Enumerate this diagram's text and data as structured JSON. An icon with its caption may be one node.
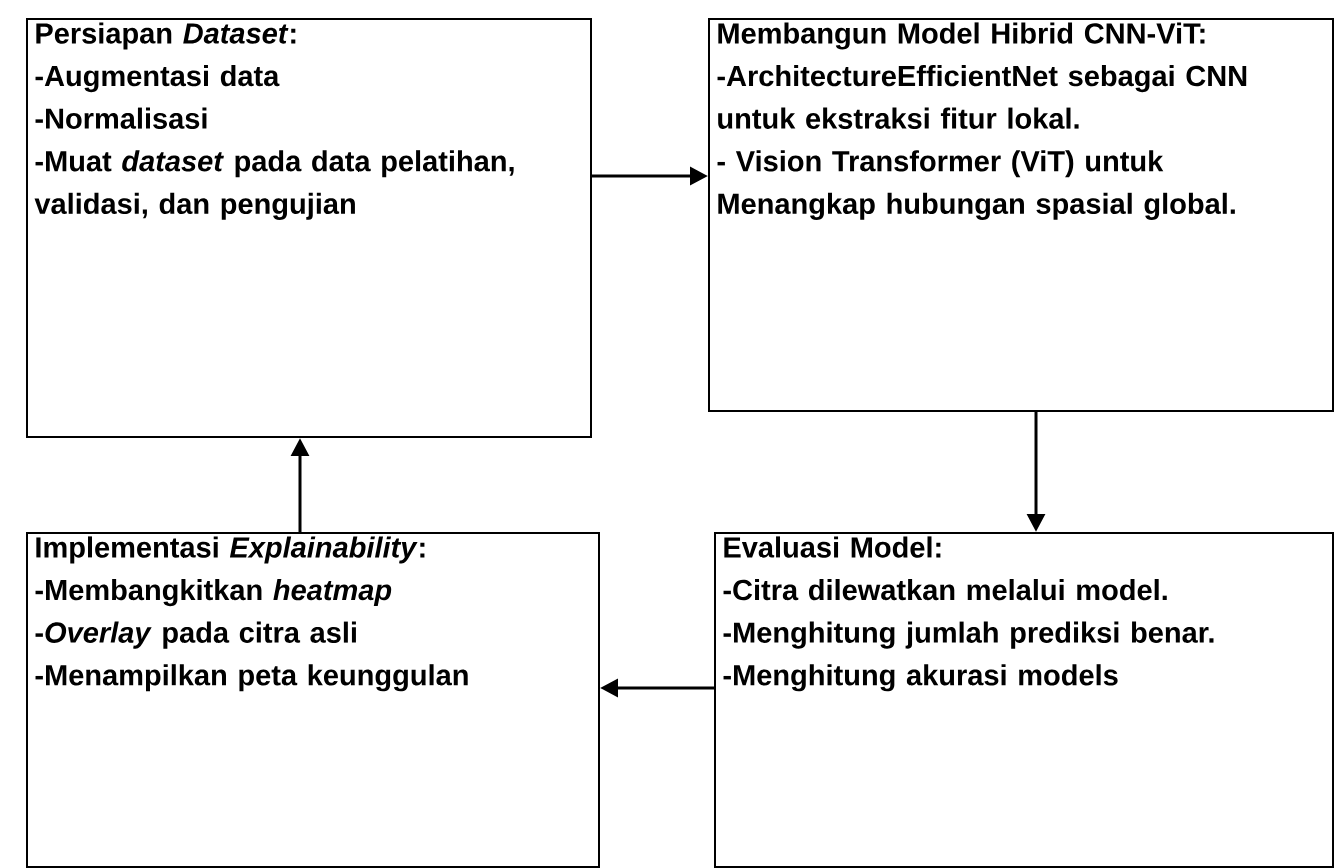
{
  "diagram": {
    "nodes": [
      {
        "text": [
          "Persiapan *Dataset*:",
          "-Augmentasi data",
          "-Normalisasi",
          "-Muat *dataset* pada data pelatihan, validasi, dan pengujian"
        ]
      },
      {
        "text": [
          "Membangun Model Hibrid CNN-ViT:",
          "-ArchitectureEfficientNet sebagai CNN untuk ekstraksi fitur lokal.",
          "- Vision Transformer (ViT) untuk Menangkap hubungan spasial global."
        ]
      },
      {
        "text": [
          "Implementasi *Explainability*:",
          "-Membangkitkan *heatmap*",
          "-*Overlay* pada citra asli",
          "-Menampilkan peta keunggulan"
        ]
      },
      {
        "text": [
          "Evaluasi Model:",
          "-Citra dilewatkan melalui model.",
          "-Menghitung jumlah prediksi benar.",
          "-Menghitung akurasi models"
        ]
      }
    ],
    "edges": [
      {
        "from": 0,
        "to": 1,
        "arrow": "to"
      },
      {
        "from": 1,
        "to": 3,
        "arrow": "to"
      },
      {
        "from": 3,
        "to": 2,
        "arrow": "to"
      },
      {
        "from": 2,
        "to": 0,
        "arrow": "to"
      }
    ]
  }
}
